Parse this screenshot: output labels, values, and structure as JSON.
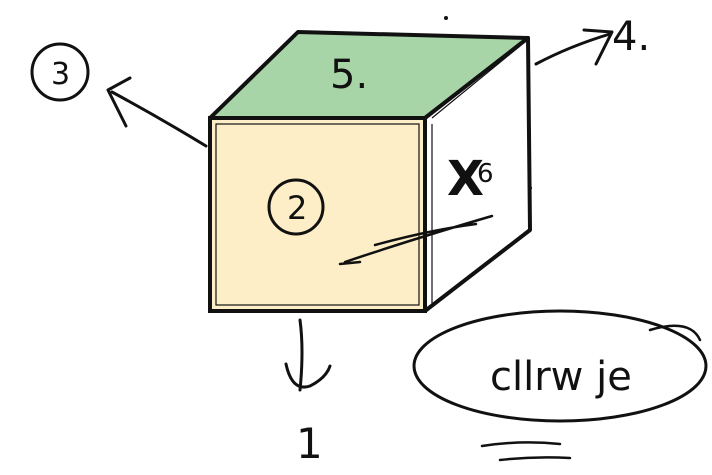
{
  "sketch": {
    "face_labels": {
      "top": "5.",
      "front": "2",
      "side_crossed": "6",
      "side_cross_mark": "X",
      "back": "3",
      "right": "4.",
      "bottom": "1"
    },
    "oval_note": "cllrw je"
  },
  "colors": {
    "top_face": "#a8d5a8",
    "front_face": "#fdeec7",
    "side_face": "#ffffff",
    "ink": "#111111"
  }
}
